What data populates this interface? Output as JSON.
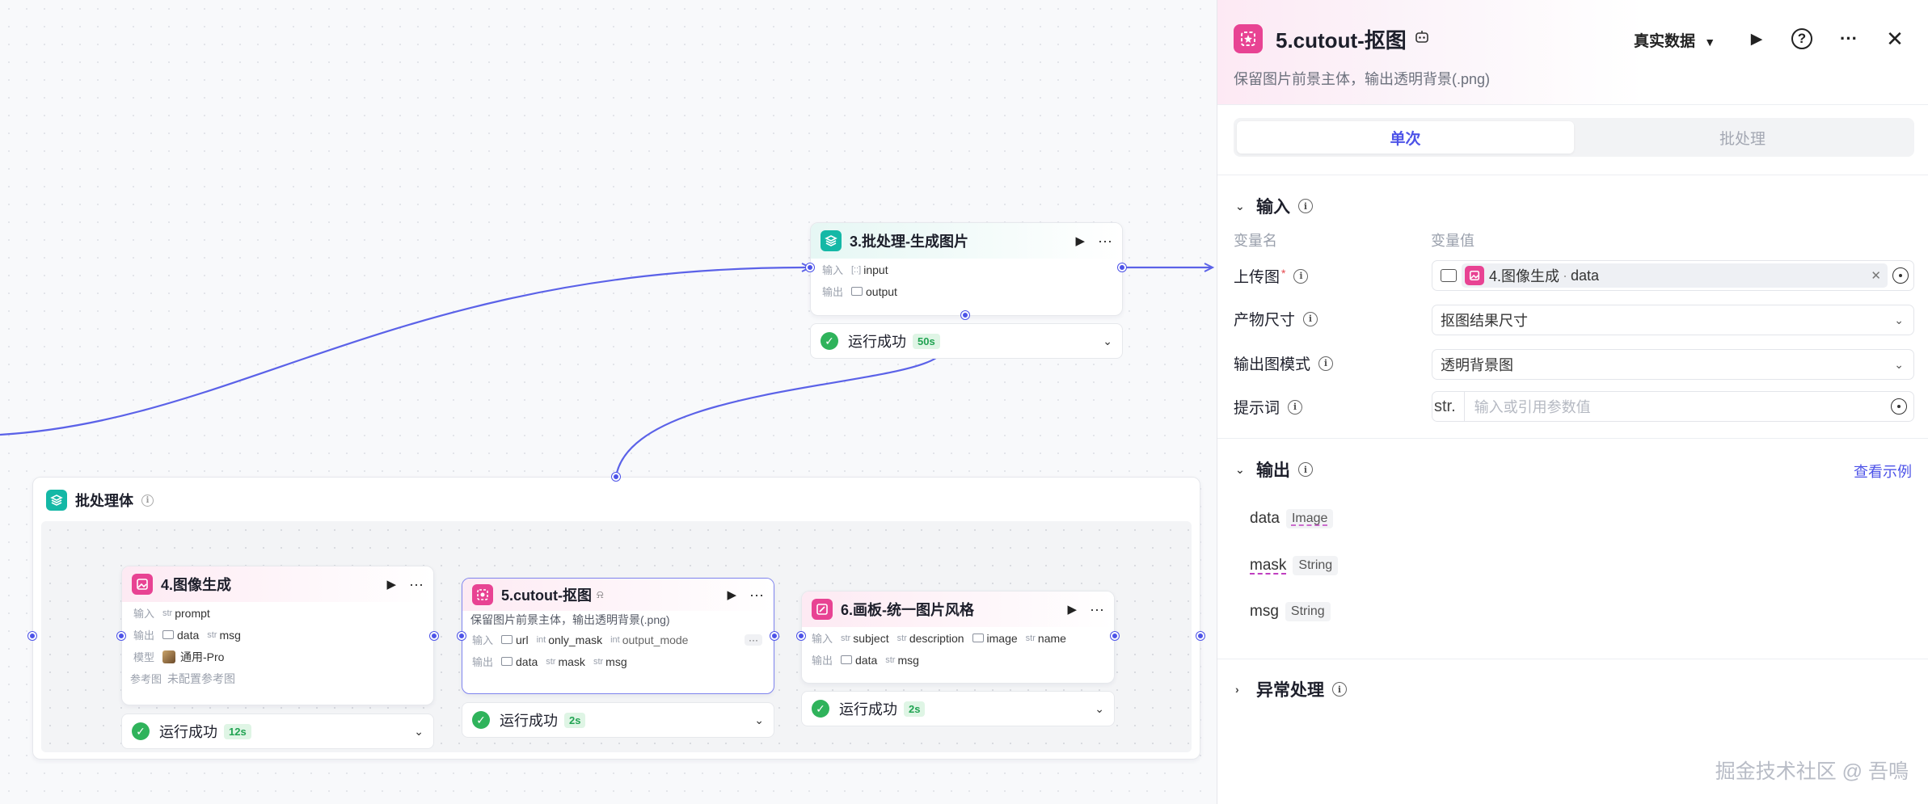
{
  "canvas": {
    "node3": {
      "title": "3.批处理-生成图片",
      "in_label": "输入",
      "in_param": "input",
      "in_type": "[::]",
      "out_label": "输出",
      "out_param": "output",
      "status": "运行成功",
      "time": "50s"
    },
    "batch_body": {
      "title": "批处理体"
    },
    "node4": {
      "title": "4.图像生成",
      "in_label": "输入",
      "in_params": [
        {
          "type": "str",
          "name": "prompt"
        }
      ],
      "out_label": "输出",
      "out_params": [
        {
          "type": "img",
          "name": "data"
        },
        {
          "type": "str",
          "name": "msg"
        }
      ],
      "model_label": "模型",
      "model_value": "通用-Pro",
      "ref_label": "参考图",
      "ref_value": "未配置参考图",
      "status": "运行成功",
      "time": "12s"
    },
    "node5": {
      "title": "5.cutout-抠图",
      "desc": "保留图片前景主体，输出透明背景(.png)",
      "in_label": "输入",
      "in_params": [
        {
          "type": "img",
          "name": "url"
        },
        {
          "type": "int",
          "name": "only_mask"
        },
        {
          "type": "int",
          "name": "output_mode"
        }
      ],
      "more": "···",
      "out_label": "输出",
      "out_params": [
        {
          "type": "img",
          "name": "data"
        },
        {
          "type": "str",
          "name": "mask"
        },
        {
          "type": "str",
          "name": "msg"
        }
      ],
      "status": "运行成功",
      "time": "2s"
    },
    "node6": {
      "title": "6.画板-统一图片风格",
      "in_label": "输入",
      "in_params": [
        {
          "type": "str",
          "name": "subject"
        },
        {
          "type": "str",
          "name": "description"
        },
        {
          "type": "img",
          "name": "image"
        },
        {
          "type": "str",
          "name": "name"
        }
      ],
      "out_label": "输出",
      "out_params": [
        {
          "type": "img",
          "name": "data"
        },
        {
          "type": "str",
          "name": "msg"
        }
      ],
      "status": "运行成功",
      "time": "2s"
    }
  },
  "panel": {
    "title": "5.cutout-抠图",
    "data_mode": "真实数据",
    "description": "保留图片前景主体，输出透明背景(.png)",
    "tabs": [
      {
        "label": "单次"
      },
      {
        "label": "批处理"
      }
    ],
    "input_section": "输入",
    "col_name": "变量名",
    "col_value": "变量值",
    "fields": [
      {
        "label": "上传图",
        "ref_node": "4.图像生成",
        "ref_var": "data"
      },
      {
        "label": "产物尺寸",
        "value": "抠图结果尺寸"
      },
      {
        "label": "输出图模式",
        "value": "透明背景图"
      },
      {
        "label": "提示词",
        "prefix": "str.",
        "placeholder": "输入或引用参数值"
      }
    ],
    "output_section": "输出",
    "view_example": "查看示例",
    "outputs": [
      {
        "name": "data",
        "type": "Image"
      },
      {
        "name": "mask",
        "type": "String"
      },
      {
        "name": "msg",
        "type": "String"
      }
    ],
    "exception_section": "异常处理"
  },
  "watermark": "掘金技术社区 @ 吾鳴",
  "colors": {
    "accent": "#4d53e8",
    "success": "#2fb35b",
    "pink": "#e84393",
    "teal": "#14b8a6"
  }
}
